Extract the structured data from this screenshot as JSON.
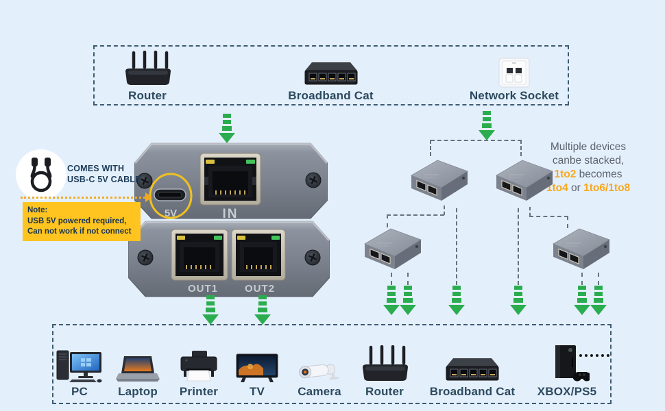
{
  "colors": {
    "background": "#e4effc",
    "label_text": "#2c4a5e",
    "note_bg": "#ffc420",
    "note_text": "#173450",
    "arrow_green": "#2bad4f",
    "highlight_orange": "#f7a81b",
    "muted_text": "#5b636d",
    "dashed_line": "#68727c",
    "box_border": "#3d5c72"
  },
  "top_box": {
    "items": [
      {
        "label": "Router",
        "icon": "router-icon"
      },
      {
        "label": "Broadband Cat",
        "icon": "broadband-cat-icon"
      },
      {
        "label": "Network Socket",
        "icon": "network-socket-icon"
      }
    ]
  },
  "cable_callout": {
    "line1": "COMES WITH",
    "line2": "USB-C 5V CABLE"
  },
  "note": {
    "title": "Note:",
    "line1": "USB 5V powered required,",
    "line2": "Can not work if not connect"
  },
  "device": {
    "power_port": "5V",
    "in_port": "IN",
    "out_port1": "OUT1",
    "out_port2": "OUT2"
  },
  "stack_note": {
    "line1": "Multiple devices",
    "line2": "canbe stacked,",
    "hl1": "1to2",
    "t1": " becomes",
    "hl2": "1to4",
    "t2": " or ",
    "hl3": "1to6/1to8"
  },
  "bottom_box": {
    "items": [
      {
        "label": "PC",
        "icon": "pc-icon"
      },
      {
        "label": "Laptop",
        "icon": "laptop-icon"
      },
      {
        "label": "Printer",
        "icon": "printer-icon"
      },
      {
        "label": "TV",
        "icon": "tv-icon"
      },
      {
        "label": "Camera",
        "icon": "camera-icon"
      },
      {
        "label": "Router",
        "icon": "router-icon"
      },
      {
        "label": "Broadband Cat",
        "icon": "broadband-cat-icon"
      },
      {
        "label": "XBOX/PS5",
        "icon": "xbox-icon"
      }
    ]
  }
}
